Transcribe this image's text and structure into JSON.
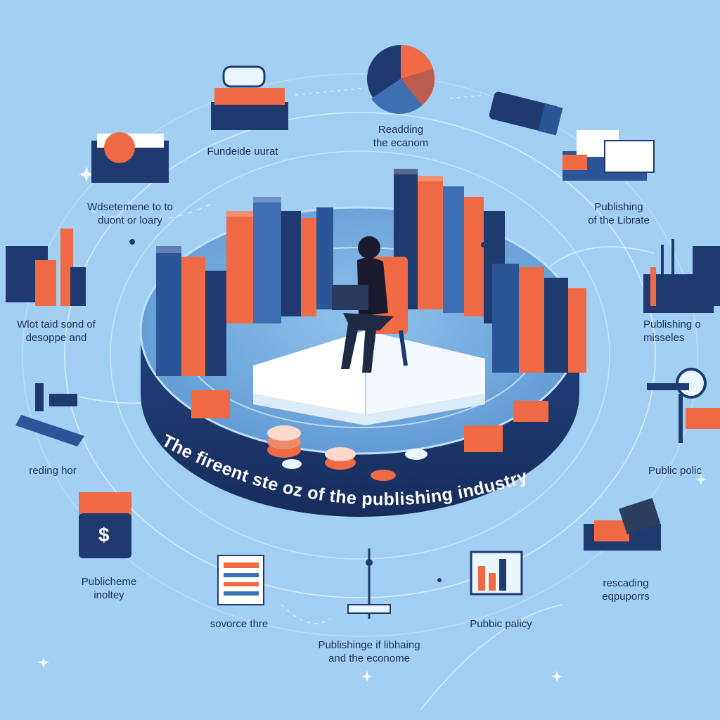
{
  "palette": {
    "background": "#a3d0f2",
    "navy": "#1f3a6e",
    "blue": "#3f6fb3",
    "orange": "#ef6a45",
    "light": "#eaf6ff"
  },
  "banner": {
    "title": "The fireent ste oz of the publishing industry"
  },
  "labels": {
    "top_center": {
      "line1": "Readding",
      "line2": "the ecanom"
    },
    "top_left": {
      "line1": "Fundeide uurat"
    },
    "upper_left": {
      "line1": "Wdsetemene to to",
      "line2": "duont or loary"
    },
    "mid_left": {
      "line1": "Wlot taid sond of",
      "line2": "desoppe and"
    },
    "left_lower": {
      "line1": "reding hor"
    },
    "bottom_left": {
      "line1": "Publicheme",
      "line2": "inoltey"
    },
    "bottom_left_center": {
      "line1": "sovorce thre"
    },
    "bottom_center": {
      "line1": "Publishinge if libhaing",
      "line2": "and the econome"
    },
    "bottom_right_center": {
      "line1": "Pubbic palicy"
    },
    "bottom_right": {
      "line1": "rescading",
      "line2": "eqpuporrs"
    },
    "right_lower": {
      "line1": "Public polic"
    },
    "right_mid": {
      "line1": "Publishing o",
      "line2": "misseles"
    },
    "upper_right": {
      "line1": "Publishing",
      "line2": "of the Librate"
    }
  },
  "icons": [
    "pie-chart-icon",
    "book-stack-icon",
    "tube-icon",
    "open-books-icon",
    "bar-chart-icon",
    "desk-lamp-icon",
    "books-laptop-icon",
    "wallet-icon",
    "notes-icon",
    "clipboard-icon",
    "printing-press-icon",
    "coin-stack-icon",
    "person-reading-icon"
  ]
}
